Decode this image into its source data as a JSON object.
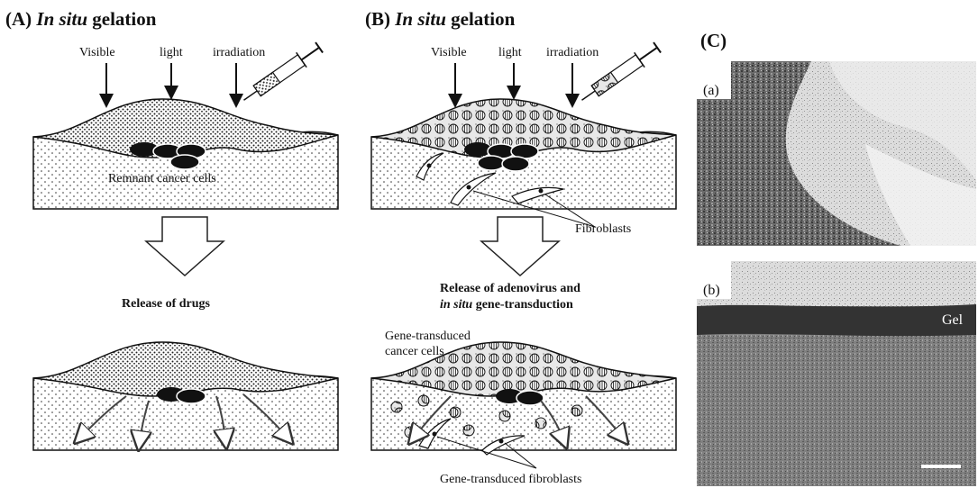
{
  "panel_a": {
    "letter": "(A)",
    "title_italic": "In situ",
    "title_rest": "gelation",
    "light_words": [
      "Visible",
      "light",
      "irradiation"
    ],
    "cells_label": "Remnant cancer cells",
    "release_label": "Release of drugs"
  },
  "panel_b": {
    "letter": "(B)",
    "title_italic": "In situ",
    "title_rest": "gelation",
    "light_words": [
      "Visible",
      "light",
      "irradiation"
    ],
    "fibroblasts_label": "Fibroblasts",
    "release_line1": "Release of adenovirus and",
    "release_line2_italic": "in situ",
    "release_line2_rest": "gene-transduction",
    "cancer_label_line1": "Gene-transduced",
    "cancer_label_line2": "cancer cells",
    "fibro_bottom_label": "Gene-transduced fibroblasts"
  },
  "panel_c": {
    "letter": "(C)",
    "photo_a_label": "(a)",
    "photo_b_label": "(b)",
    "gel_label": "Gel"
  }
}
